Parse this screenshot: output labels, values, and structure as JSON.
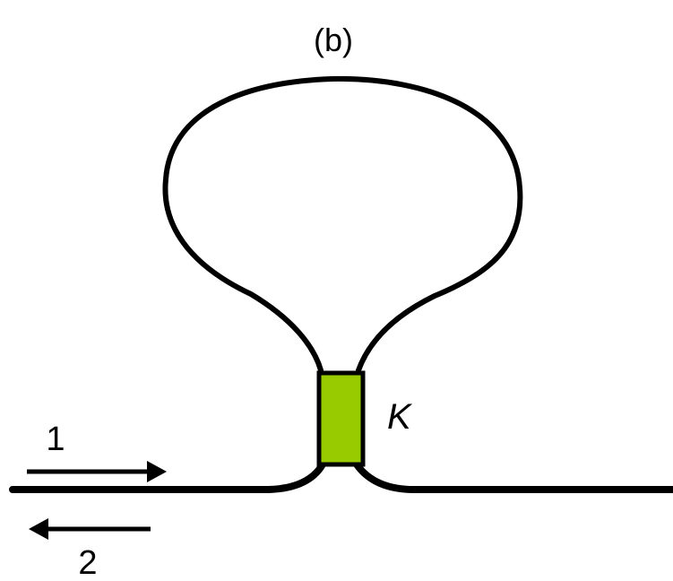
{
  "panel_label": "(b)",
  "coupler_label": "K",
  "port_in_label": "1",
  "port_out_label": "2",
  "colors": {
    "line": "#000000",
    "coupler_fill": "#99cc00",
    "background": "#ffffff"
  }
}
